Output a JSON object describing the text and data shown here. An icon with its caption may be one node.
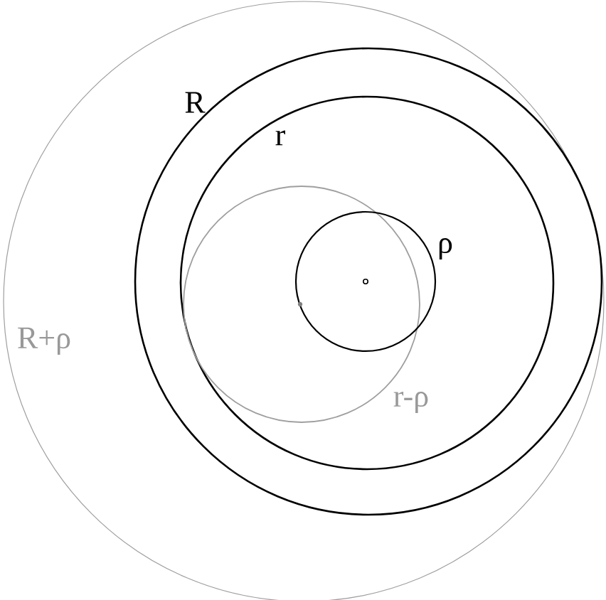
{
  "diagram": {
    "labels": [
      "R",
      "r",
      "ρ",
      "R+ρ",
      "r-ρ"
    ]
  }
}
